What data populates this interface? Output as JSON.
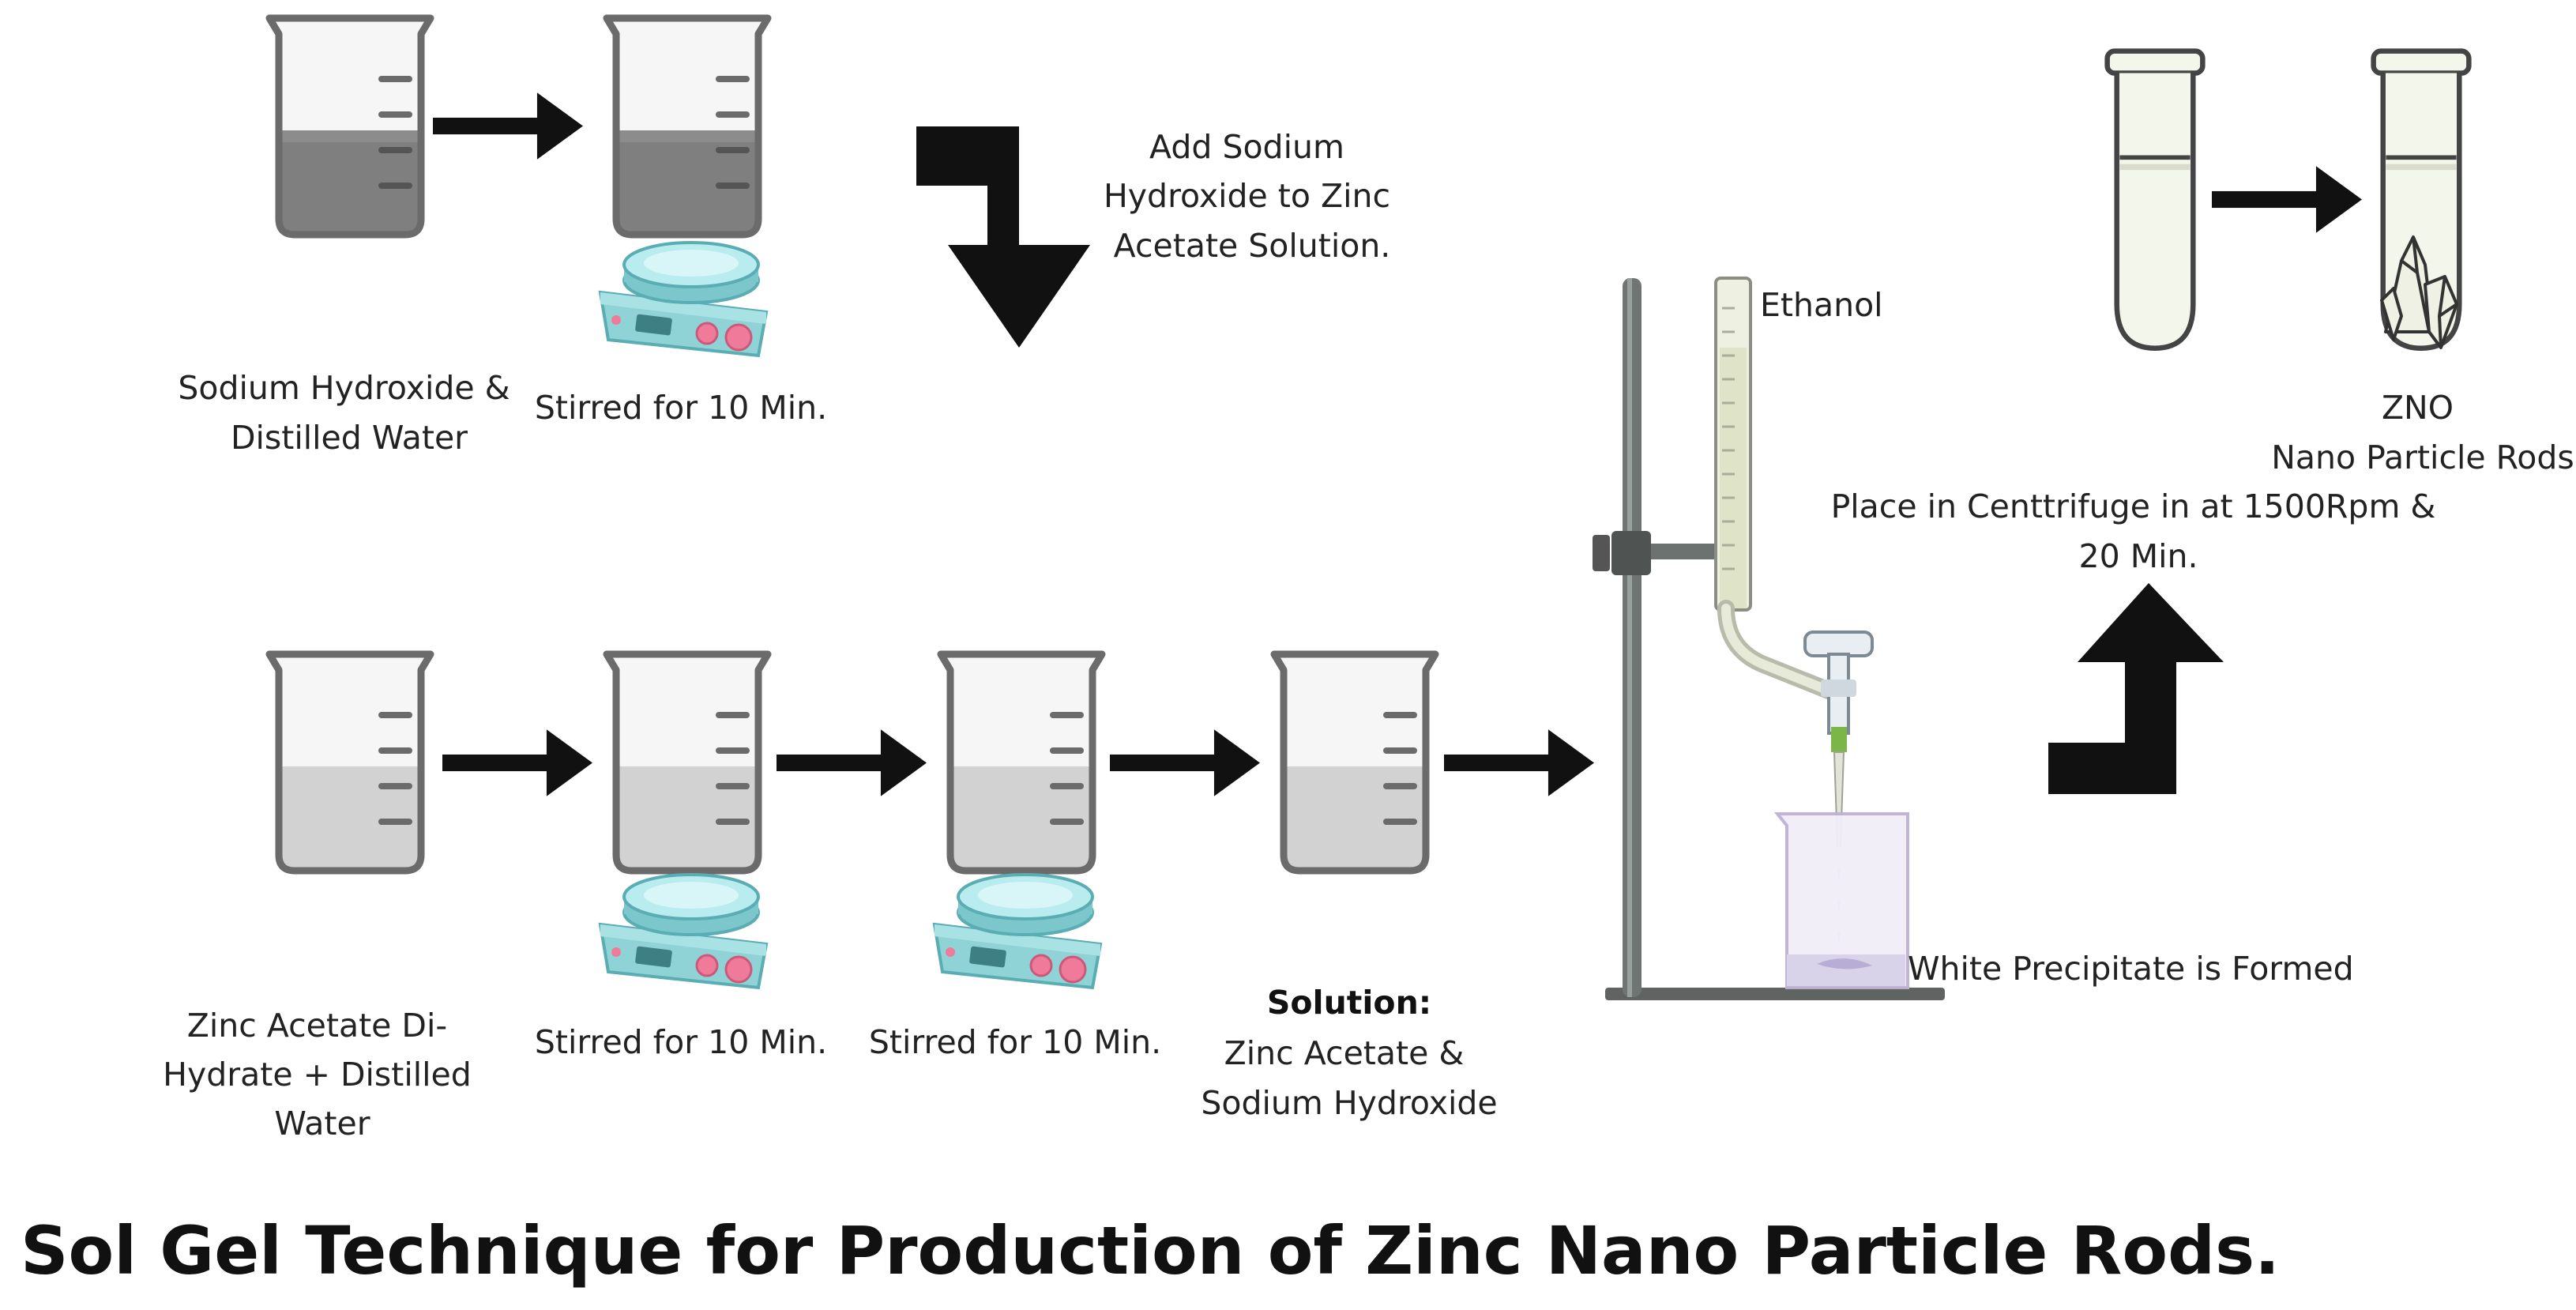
{
  "title": "Sol Gel Technique for Production of Zinc Nano Particle Rods.",
  "top_row": {
    "beaker1_label": [
      "Sodium Hydroxide &",
      "Distilled Water"
    ],
    "beaker2_label": "Stirred for 10 Min.",
    "add_step_label": [
      "Add Sodium",
      "Hydroxide to Zinc",
      "Acetate Solution."
    ]
  },
  "bottom_row": {
    "beaker1_label": [
      "Zinc Acetate Di-",
      "Hydrate + Distilled",
      "Water"
    ],
    "beaker2_label": "Stirred for 10 Min.",
    "beaker3_label": "Stirred for 10 Min.",
    "solution_heading": "Solution:",
    "solution_label": [
      "Zinc Acetate &",
      "Sodium Hydroxide"
    ]
  },
  "titration": {
    "burette_label": "Ethanol",
    "beaker_label": "White Precipitate is Formed"
  },
  "centrifuge": {
    "step_label": [
      "Place in Centtrifuge in  at 1500Rpm &",
      "20 Min."
    ],
    "product_label": [
      "ZNO",
      "Nano Particle Rods"
    ]
  },
  "colors": {
    "beaker_outline": "#6b6b6b",
    "liquid_dark": "#7a7a7a",
    "liquid_light": "#cfcfcf",
    "stirrer_body": "#8fd3d6",
    "stirrer_knob": "#f07a9a",
    "arrow": "#111111",
    "tube_fill": "#f3f6ea"
  },
  "icons": [
    "beaker-icon",
    "magnetic-stirrer-icon",
    "right-arrow-icon",
    "bent-down-arrow-icon",
    "bent-up-arrow-icon",
    "burette-stand-icon",
    "test-tube-icon",
    "crystal-icon"
  ]
}
